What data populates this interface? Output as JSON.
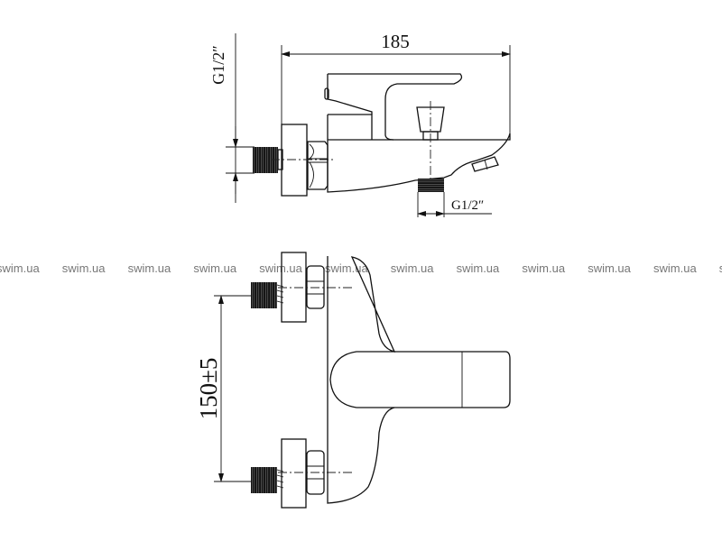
{
  "top_view": {
    "width_dimension": "185",
    "inlet_thread": "G1/2″",
    "outlet_thread": "G1/2″"
  },
  "front_view": {
    "inlet_spacing": "150±5"
  },
  "watermark": {
    "text": "swim.ua",
    "repeat_count": 12
  }
}
